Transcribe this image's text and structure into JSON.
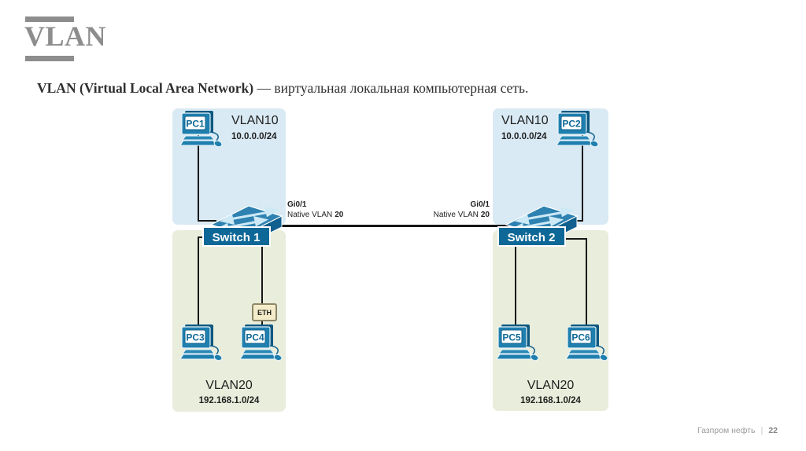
{
  "slide": {
    "title": "VLAN"
  },
  "subtitle": {
    "term": "VLAN (Virtual Local Area Network)",
    "definition": " — виртуальная локальная компьютерная сеть."
  },
  "diagram": {
    "vlans": {
      "left_top": {
        "label": "VLAN10",
        "subnet": "10.0.0.0/24"
      },
      "right_top": {
        "label": "VLAN10",
        "subnet": "10.0.0.0/24"
      },
      "left_bottom": {
        "label": "VLAN20",
        "subnet": "192.168.1.0/24"
      },
      "right_bottom": {
        "label": "VLAN20",
        "subnet": "192.168.1.0/24"
      }
    },
    "pcs": [
      "PC1",
      "PC2",
      "PC3",
      "PC4",
      "PC5",
      "PC6"
    ],
    "switches": [
      "Switch 1",
      "Switch 2"
    ],
    "trunk": {
      "left_port": "Gi0/1",
      "left_native_label": "Native VLAN",
      "left_native_value": "20",
      "right_port": "Gi0/1",
      "right_native_label": "Native VLAN",
      "right_native_value": "20"
    },
    "eth_badge": "ETH"
  },
  "footer": {
    "brand": "Газпром нефть",
    "separator": "|",
    "page": "22"
  },
  "colors": {
    "vlan10_fill": "#d9eaf4",
    "vlan20_fill": "#e9eddb",
    "device_blue": "#1f7fae",
    "device_dark_blue": "#0e6897",
    "eth_fill": "#f4ebc9",
    "title_gray": "#8d8d8d"
  }
}
